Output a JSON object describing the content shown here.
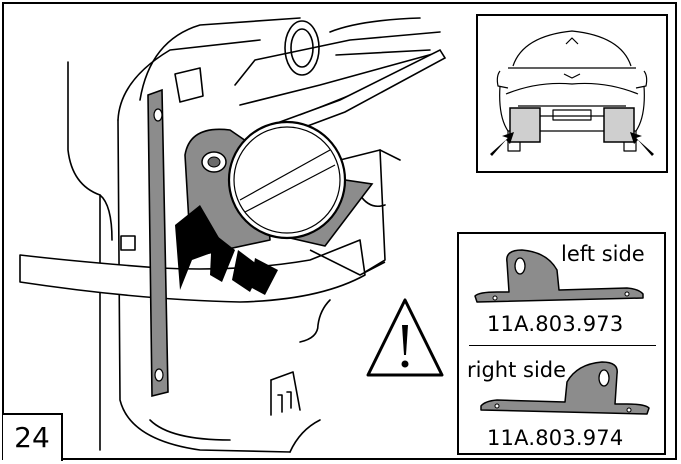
{
  "step": {
    "number": "24"
  },
  "legend": {
    "left": {
      "side_label": "left side",
      "part_number": "11A.803.973"
    },
    "right": {
      "side_label": "right side",
      "part_number": "11A.803.974"
    }
  },
  "icons": {
    "warning": "warning-triangle-icon",
    "arrow": "direction-arrow-icon"
  },
  "colors": {
    "line": "#000000",
    "fill": "#ffffff",
    "bracket_gray": "#8c8c8c",
    "dark_gray": "#6a6a6a"
  }
}
